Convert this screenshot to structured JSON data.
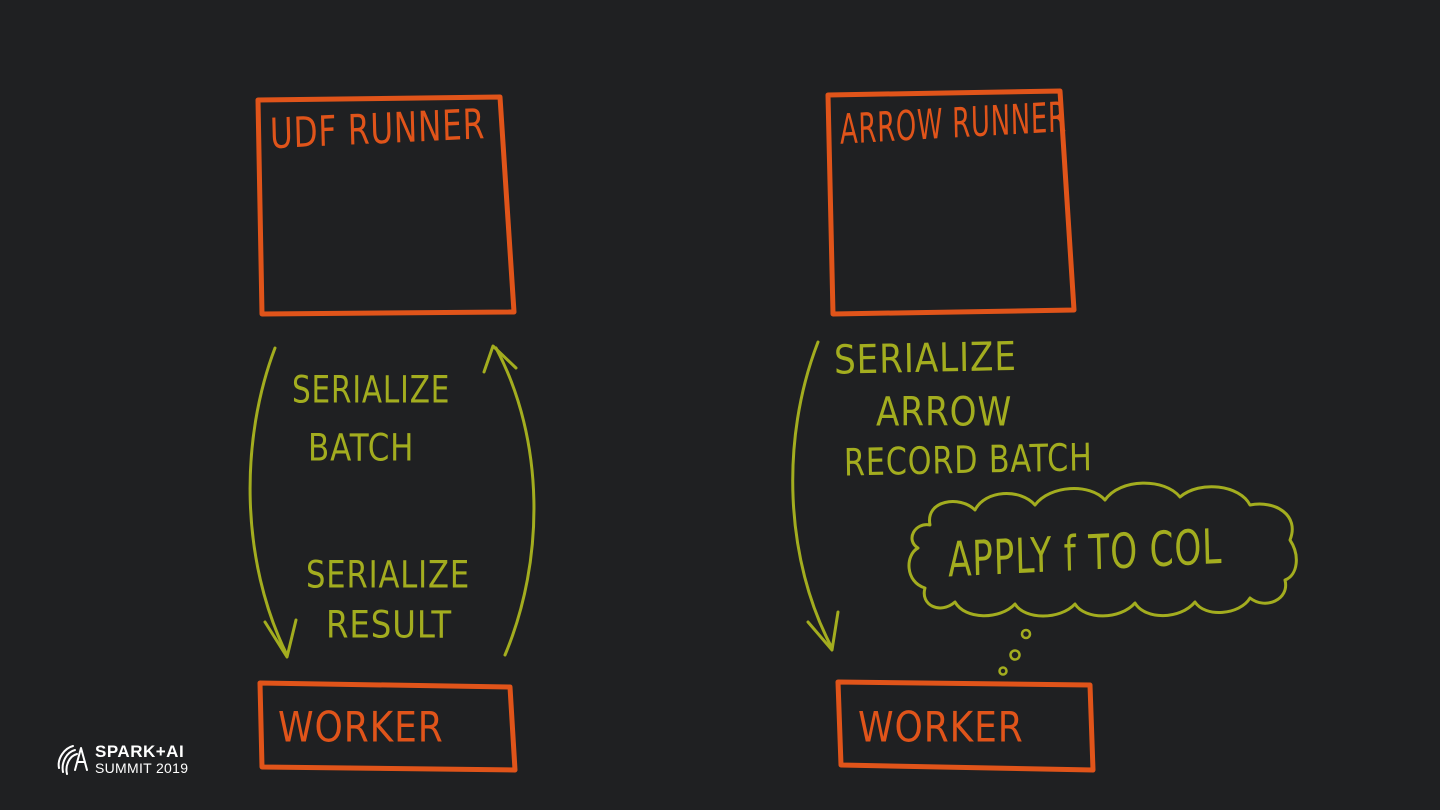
{
  "left": {
    "runner_label": "UDF RUNNER",
    "serialize_batch": [
      "SERIALIZE",
      "BATCH"
    ],
    "serialize_result": [
      "SERIALIZE",
      "RESULT"
    ],
    "worker_label": "WORKER"
  },
  "right": {
    "runner_label": "ARROW RUNNER",
    "serialize_record": [
      "SERIALIZE",
      "ARROW",
      "RECORD BATCH"
    ],
    "thought": "APPLY f TO COL",
    "worker_label": "WORKER"
  },
  "logo": {
    "line1": "SPARK+AI",
    "line2": "SUMMIT 2019"
  },
  "colors": {
    "background": "#1f2022",
    "box_stroke": "#e0541a",
    "annotation": "#a3ad1f"
  },
  "icons": {
    "logo_mark": "spark-ai-summit-logo-icon"
  }
}
